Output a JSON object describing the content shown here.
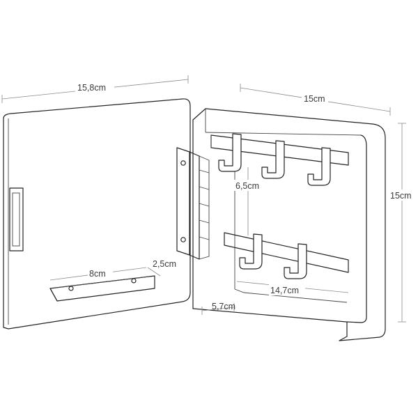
{
  "dimensions": {
    "door_width": "15,8cm",
    "box_width": "15cm",
    "box_height": "15cm",
    "hook_spacing": "6,5cm",
    "tray_length": "8cm",
    "tray_height": "2,5cm",
    "bar_length": "14,7cm",
    "box_depth": "5,7cm"
  },
  "colors": {
    "line": "#222222",
    "dimension": "#8a8a8a",
    "background": "#ffffff"
  }
}
